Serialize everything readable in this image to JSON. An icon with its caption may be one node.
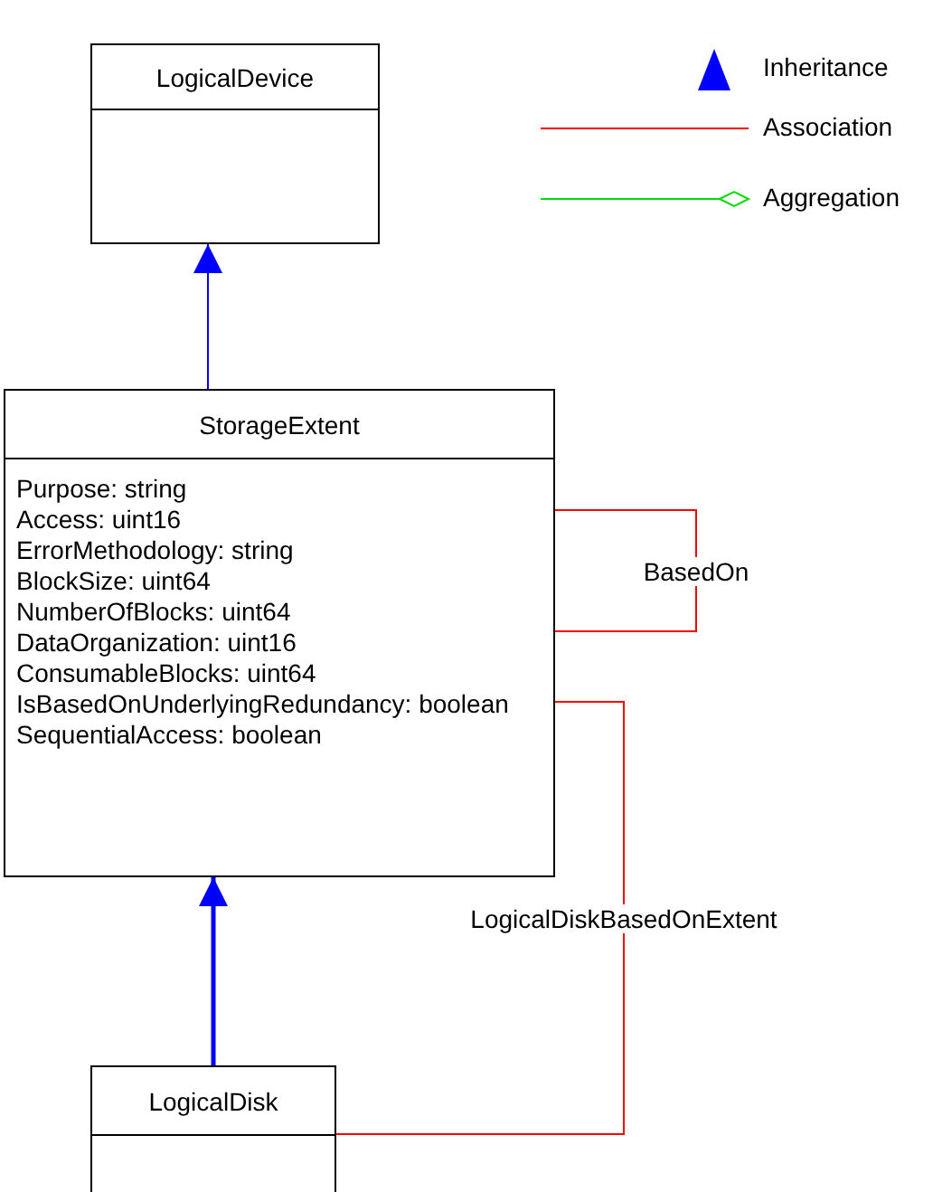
{
  "diagram": {
    "nodes": [
      {
        "text": [
          "LogicalDevice"
        ]
      },
      {
        "text": [
          "StorageExtent",
          "Purpose: string",
          "Access: uint16",
          "ErrorMethodology: string",
          "BlockSize: uint64",
          "NumberOfBlocks: uint64",
          "DataOrganization: uint16",
          "ConsumableBlocks: uint64",
          "IsBasedOnUnderlyingRedundancy: boolean",
          "SequentialAccess: boolean"
        ]
      },
      {
        "text": [
          "LogicalDisk"
        ]
      }
    ],
    "edges": [
      {
        "from": 1,
        "to": 0,
        "arrow": "to",
        "color": "#0000ff"
      },
      {
        "from": 2,
        "to": 1,
        "arrow": "to",
        "style": "thick",
        "color": "#0000ff"
      },
      {
        "from": 1,
        "to": 1,
        "arrow": "none",
        "label": "BasedOn",
        "color": "#ff0000"
      },
      {
        "from": 1,
        "to": 2,
        "arrow": "none",
        "label": "LogicalDiskBasedOnExtent",
        "color": "#ff0000"
      }
    ],
    "legend": [
      {
        "text": "Inheritance"
      },
      {
        "text": "Association"
      },
      {
        "text": "Aggregation"
      }
    ]
  }
}
